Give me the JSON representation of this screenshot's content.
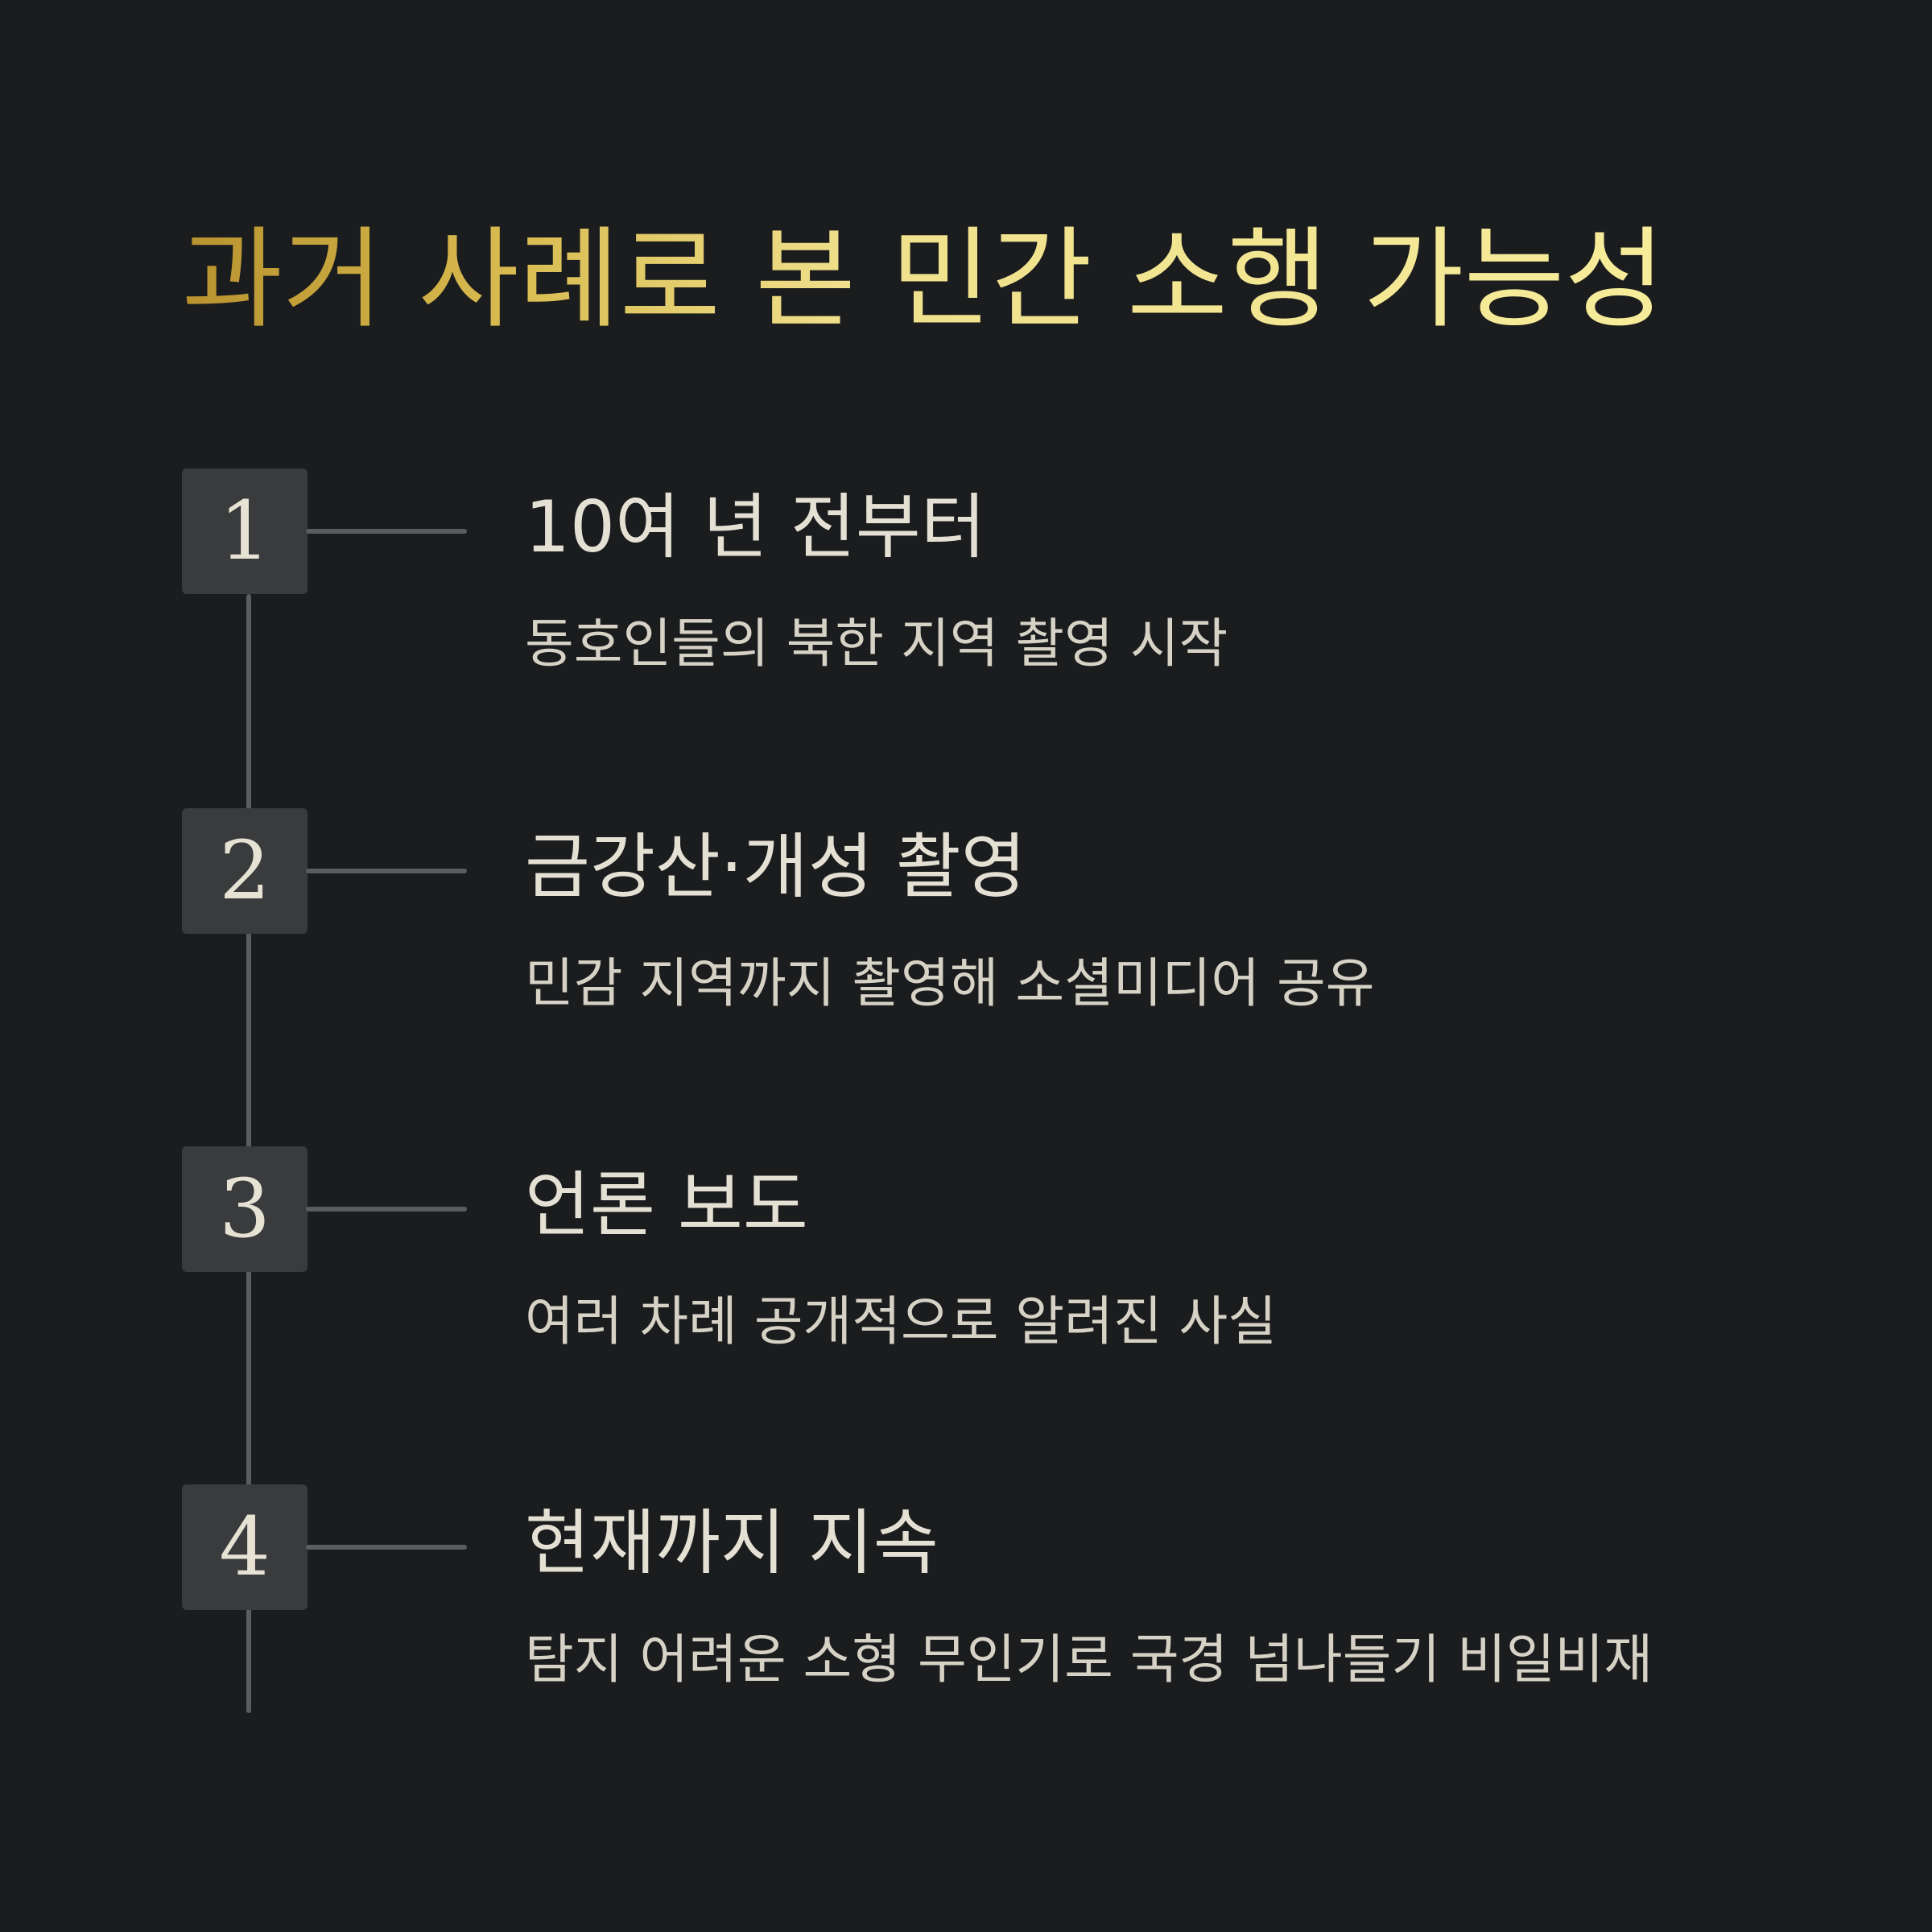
{
  "title": "과거 사례로 본 민간 소행 가능성",
  "steps": [
    {
      "number": "1",
      "title": "10여 년 전부터",
      "description": "동호인들의 북한 지역 촬영 시작"
    },
    {
      "number": "2",
      "title": "금강산·개성 촬영",
      "description": "민감 지역까지 촬영해 소셜미디어 공유"
    },
    {
      "number": "3",
      "title": "언론 보도",
      "description": "여러 차례 공개적으로 알려진 사실"
    },
    {
      "number": "4",
      "title": "현재까지 지속",
      "description": "탐지 어려운 소형 무인기로 국경 넘나들기 비일비재"
    }
  ],
  "colors": {
    "background": "#1b1c1e",
    "title_gold_start": "#b8922e",
    "title_gold_end": "#f6ec9a",
    "box": "#3a3b3d",
    "line": "#5b5c5e",
    "text": "#e4e0d4"
  }
}
